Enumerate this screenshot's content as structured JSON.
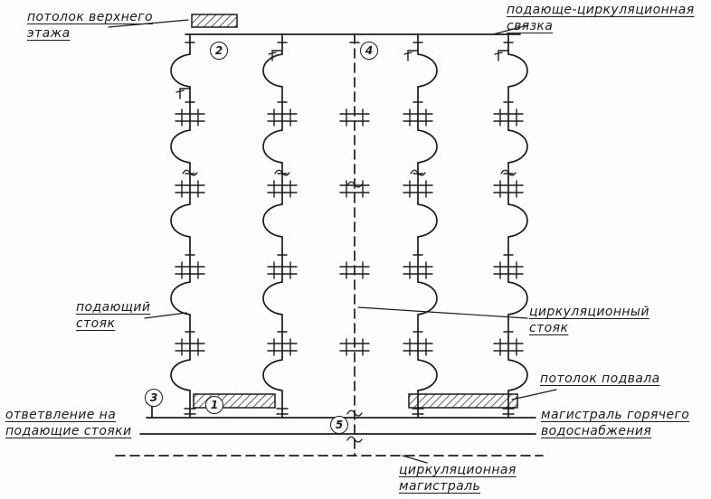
{
  "diagram": {
    "labels": {
      "ceiling_upper_floor": "потолок верхнего\nэтажа",
      "supply_circulation_link": "подающе-циркуляционная\nсвязка",
      "supply_riser": "подающий\nстояк",
      "circulation_riser": "циркуляционный\nстояк",
      "basement_ceiling": "потолок подвала",
      "branch_to_supply_risers": "ответвление на\nподающие стояки",
      "hot_water_main": "магистраль горячего\nводоснабжения",
      "circulation_main": "циркуляционная\nмагистраль"
    },
    "markers": {
      "m1": "1",
      "m2": "2",
      "m3": "3",
      "m4": "4",
      "m5": "5"
    },
    "ink_color": "#1c1c1c",
    "background_color": "#fdfdfb"
  }
}
